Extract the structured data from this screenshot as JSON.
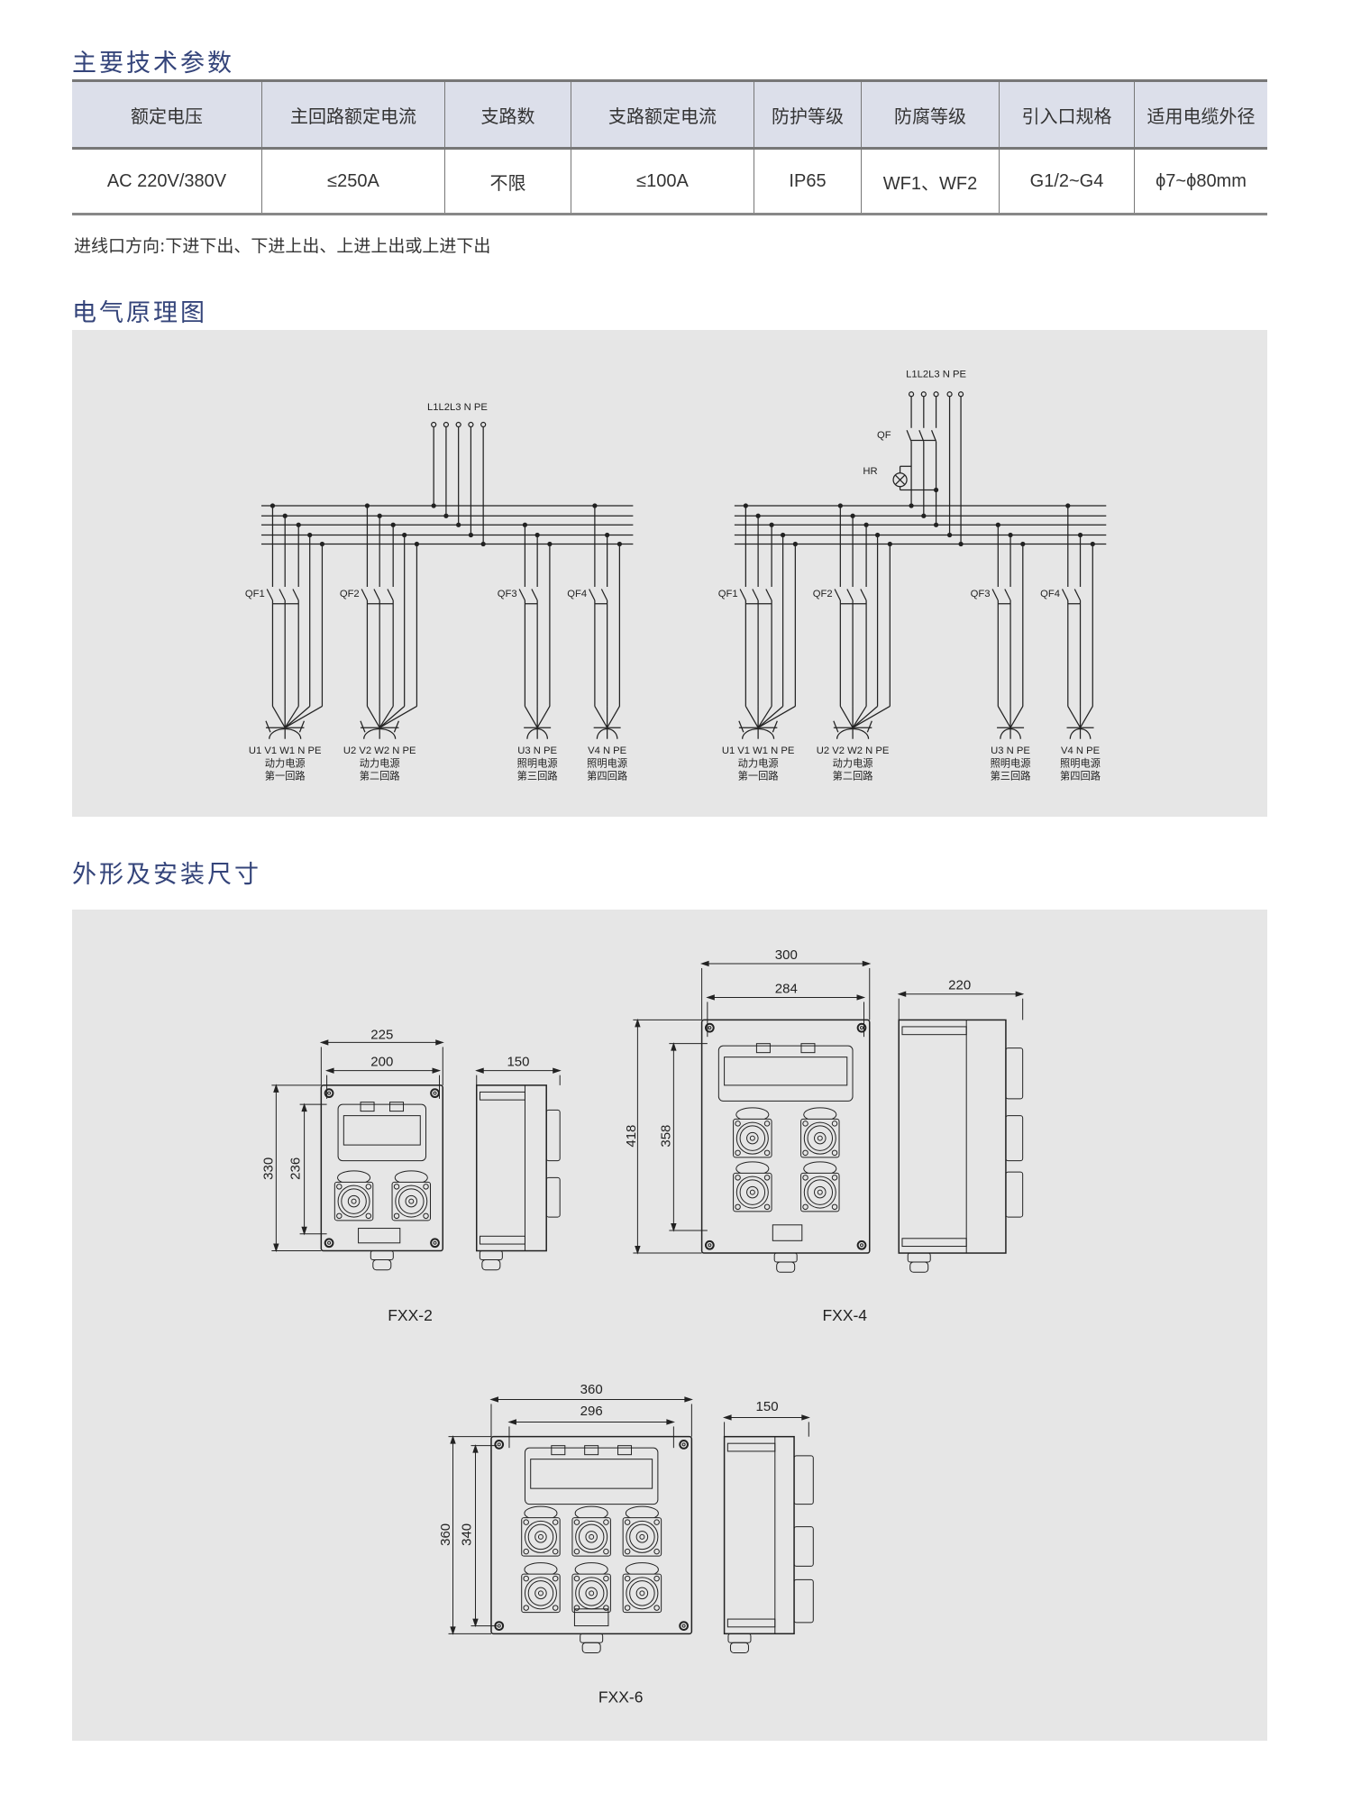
{
  "sections": {
    "specs_title": "主要技术参数",
    "schematic_title": "电气原理图",
    "dimensions_title": "外形及安装尺寸"
  },
  "spec_table": {
    "headers": [
      "额定电压",
      "主回路额定电流",
      "支路数",
      "支路额定电流",
      "防护等级",
      "防腐等级",
      "引入口规格",
      "适用电缆外径"
    ],
    "row": [
      "AC 220V/380V",
      "≤250A",
      "不限",
      "≤100A",
      "IP65",
      "WF1、WF2",
      "G1/2~G4",
      "ϕ7~ϕ80mm"
    ]
  },
  "note": "进线口方向:下进下出、下进上出、上进上出或上进下出",
  "schematic": {
    "input_label": "L1L2L3 N PE",
    "qf_label": "QF",
    "hr_label": "HR",
    "circuits": [
      {
        "breaker": "QF1",
        "terminals": "U1 V1 W1 N PE",
        "type": "动力电源",
        "name": "第一回路"
      },
      {
        "breaker": "QF2",
        "terminals": "U2 V2 W2 N PE",
        "type": "动力电源",
        "name": "第二回路"
      },
      {
        "breaker": "QF3",
        "terminals": "U3 N PE",
        "type": "照明电源",
        "name": "第三回路"
      },
      {
        "breaker": "QF4",
        "terminals": "V4 N PE",
        "type": "照明电源",
        "name": "第四回路"
      }
    ]
  },
  "models": [
    {
      "name": "FXX-2",
      "width_outer": "225",
      "width_inner": "200",
      "height_outer": "330",
      "height_inner": "236",
      "depth": "150"
    },
    {
      "name": "FXX-4",
      "width_outer": "300",
      "width_inner": "284",
      "height_outer": "418",
      "height_inner": "358",
      "depth": "220"
    },
    {
      "name": "FXX-6",
      "width_outer": "360",
      "width_inner": "296",
      "height_outer": "360",
      "height_inner": "340",
      "depth": "150"
    }
  ]
}
